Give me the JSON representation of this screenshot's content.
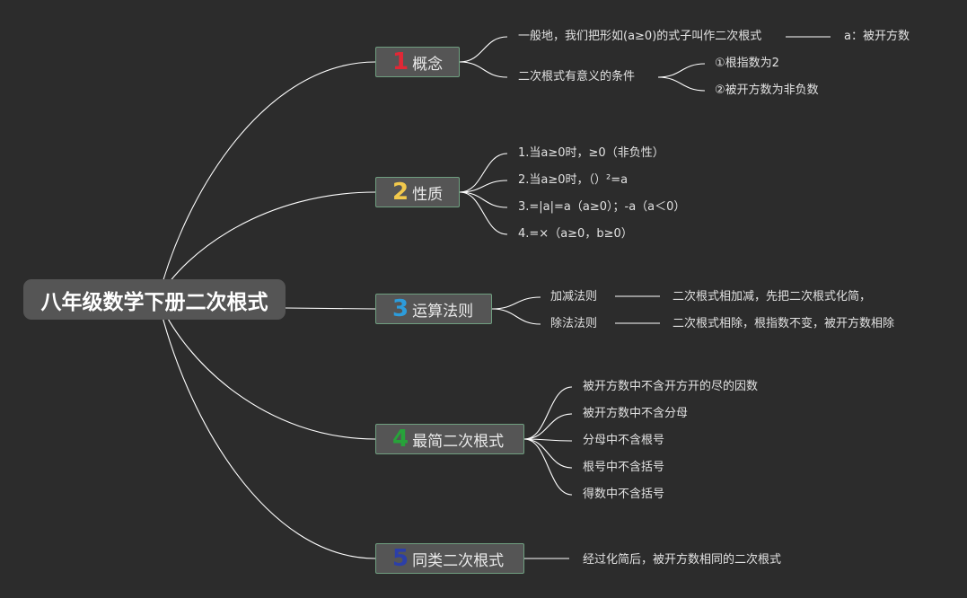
{
  "root": {
    "title": "八年级数学下册二次根式"
  },
  "branches": [
    {
      "num": "1",
      "label": "概念",
      "color": "#e02836",
      "items": [
        {
          "text": "一般地，我们把形如(a≥0)的式子叫作二次根式",
          "children": [
            "a：被开方数"
          ]
        },
        {
          "text": "二次根式有意义的条件",
          "children": [
            "①根指数为2",
            "②被开方数为非负数"
          ]
        }
      ]
    },
    {
      "num": "2",
      "label": "性质",
      "color": "#f2c94c",
      "items": [
        {
          "text": "1.当a≥0时，≥0（非负性）"
        },
        {
          "text": "2.当a≥0时，（）²=a"
        },
        {
          "text": "3.=|a|=a（a≥0）；-a（a＜0）"
        },
        {
          "text": "4.=×（a≥0，b≥0）"
        }
      ]
    },
    {
      "num": "3",
      "label": "运算法则",
      "color": "#2d9cdb",
      "items": [
        {
          "text": "加减法则",
          "children": [
            "二次根式相加减，先把二次根式化简，"
          ]
        },
        {
          "text": "除法法则",
          "children": [
            "二次根式相除，根指数不变，被开方数相除"
          ]
        }
      ]
    },
    {
      "num": "4",
      "label": "最简二次根式",
      "color": "#27a33a",
      "items": [
        {
          "text": "被开方数中不含开方开的尽的因数"
        },
        {
          "text": "被开方数中不含分母"
        },
        {
          "text": "分母中不含根号"
        },
        {
          "text": "根号中不含括号"
        },
        {
          "text": "得数中不含括号"
        }
      ]
    },
    {
      "num": "5",
      "label": "同类二次根式",
      "color": "#2c3fa8",
      "items": [
        {
          "text": "经过化简后，被开方数相同的二次根式"
        }
      ]
    }
  ],
  "colors": {
    "background": "#2c2c2c",
    "node": "#555555",
    "node_border": "#6f9f80",
    "line": "#ffffff"
  }
}
